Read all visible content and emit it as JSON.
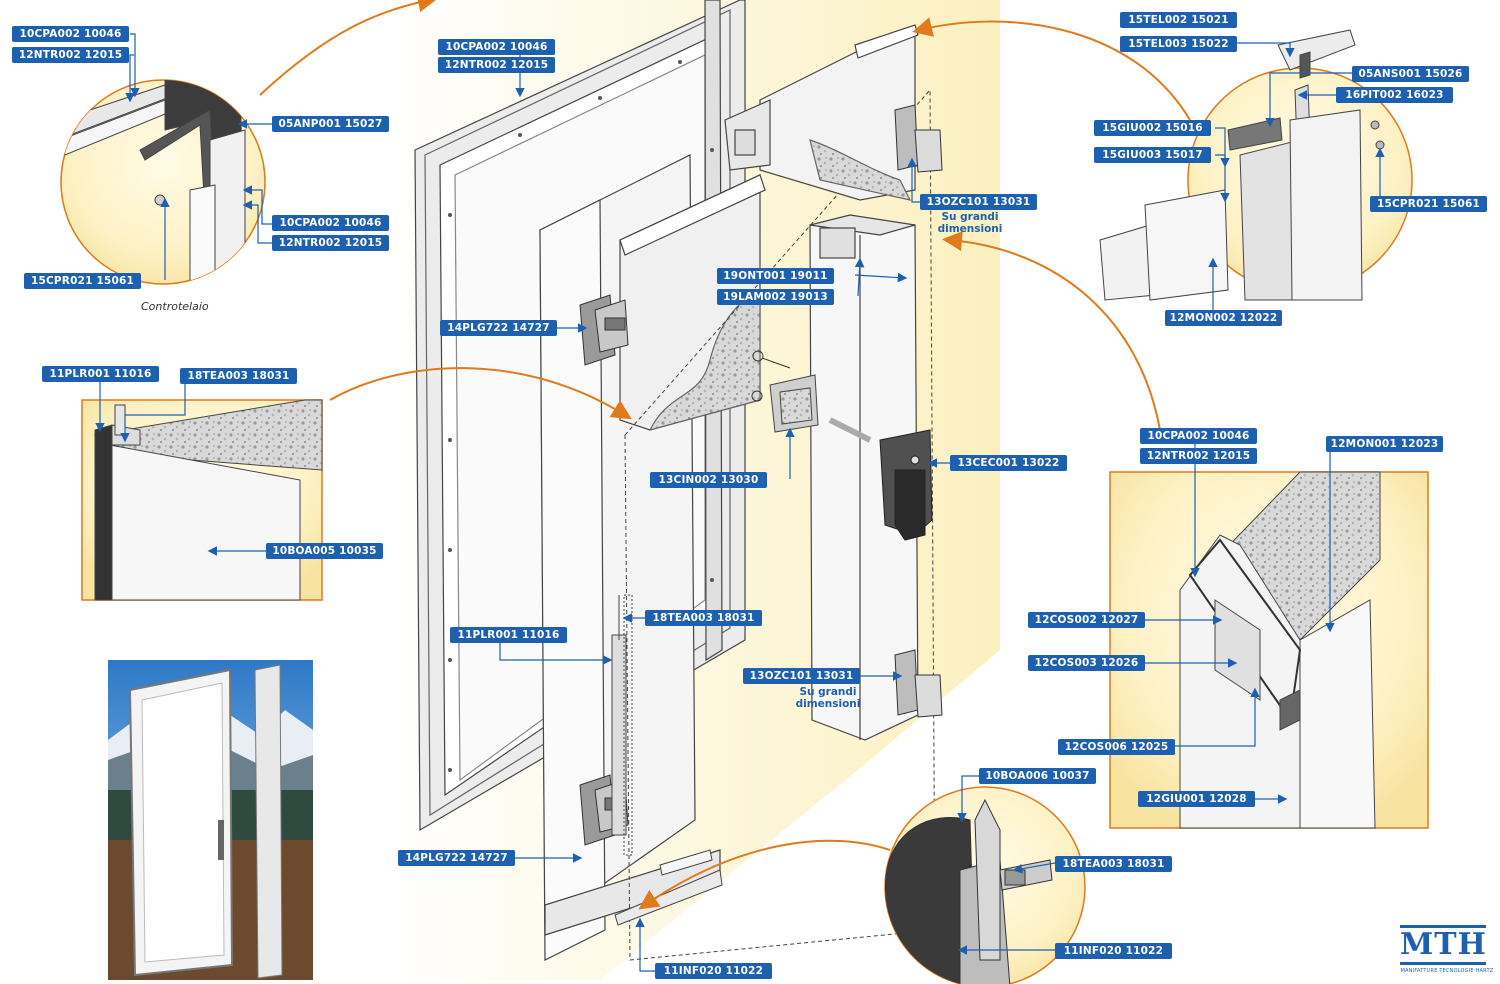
{
  "labels": {
    "l1": "10CPA002 10046",
    "l2": "12NTR002 12015",
    "l3": "05ANP001 15027",
    "l4": "10CPA002 10046",
    "l5": "12NTR002 12015",
    "l6": "15CPR021 15061",
    "l7": "10CPA002 10046",
    "l8": "12NTR002 12015",
    "l9": "15TEL002 15021",
    "l10": "15TEL003 15022",
    "l11": "05ANS001 15026",
    "l12": "16PIT002 16023",
    "l13": "15GIU002 15016",
    "l14": "15GIU003 15017",
    "l15": "15CPR021 15061",
    "l16": "12MON002 12022",
    "l17": "13OZC101 13031",
    "l18": "19ONT001 19011",
    "l19": "19LAM002 19013",
    "l20": "14PLG722 14727",
    "l21": "11PLR001 11016",
    "l22": "18TEA003 18031",
    "l23": "10BOA005 10035",
    "l24": "13CIN002 13030",
    "l25": "13CEC001 13022",
    "l26": "10CPA002 10046",
    "l27": "12NTR002 12015",
    "l28": "12MON001 12023",
    "l29": "18TEA003 18031",
    "l30": "11PLR001 11016",
    "l31": "13OZC101 13031",
    "l32": "12COS002 12027",
    "l33": "12COS003 12026",
    "l34": "12COS006 12025",
    "l35": "12GIU001 12028",
    "l36": "10BOA006 10037",
    "l37": "18TEA003 18031",
    "l38": "14PLG722 14727",
    "l39": "11INF020 11022",
    "l40": "11INF020 11022"
  },
  "notes": {
    "n1": "Su grandi dimensioni",
    "n2": "Su grandi dimensioni"
  },
  "caption": "Controtelaio",
  "logo": {
    "mark": "MTH",
    "sub": "MANIFATTURE TECNOLOGIE HARTZ"
  },
  "colors": {
    "label_bg": "#1e60b0",
    "arrow": "#e07a1a",
    "detail_border": "#e07a1a",
    "leader": "#1e60b0"
  }
}
